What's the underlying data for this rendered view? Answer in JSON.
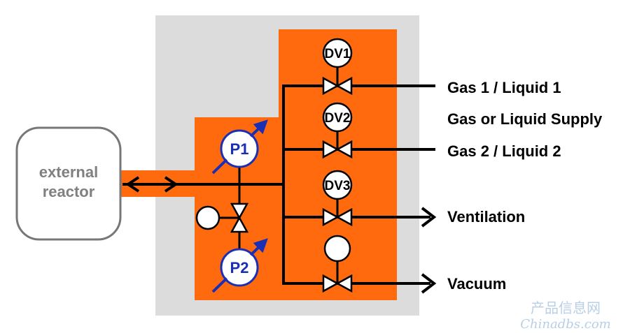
{
  "reactor": {
    "line1": "external",
    "line2": "reactor"
  },
  "gauges": {
    "p1": "P1",
    "p2": "P2"
  },
  "valves": {
    "dv1": "DV1",
    "dv2": "DV2",
    "dv3": "DV3"
  },
  "lines": {
    "gas1": "Gas 1 / Liquid 1",
    "supply": "Gas or Liquid Supply",
    "gas2": "Gas 2 / Liquid 2",
    "ventilation": "Ventilation",
    "vacuum": "Vacuum"
  },
  "watermark": {
    "cn": "产品信息网",
    "en": "Chinadbs.com"
  },
  "colors": {
    "orange": "#ff6a0f",
    "grey_box": "#dcdcdc",
    "gauge_blue": "#1a2fb4",
    "line": "#000000"
  }
}
